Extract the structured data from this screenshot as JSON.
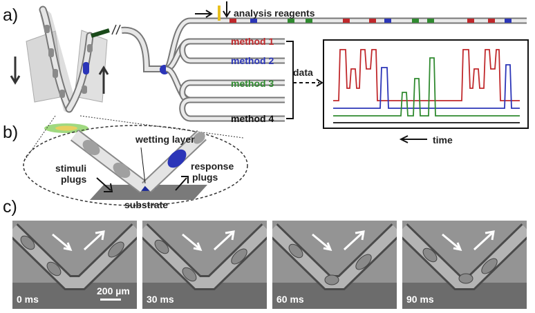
{
  "panels": {
    "a": "a)",
    "b": "b)",
    "c": "c)"
  },
  "top": {
    "reagents": "analysis reagents"
  },
  "methods": [
    {
      "label": "method 1",
      "color": "#c0282b"
    },
    {
      "label": "method 2",
      "color": "#2b35b8"
    },
    {
      "label": "method 3",
      "color": "#2f8a2f"
    },
    {
      "label": "method 4",
      "color": "#111111"
    }
  ],
  "signal_box": {
    "data_label": "data",
    "time_label": "time"
  },
  "inset": {
    "wetting": "wetting layer",
    "stimuli": [
      "stimuli",
      "plugs"
    ],
    "response": [
      "response",
      "plugs"
    ],
    "substrate": "substrate"
  },
  "frames": [
    {
      "time": "0 ms"
    },
    {
      "time": "30 ms"
    },
    {
      "time": "60 ms"
    },
    {
      "time": "90 ms"
    }
  ],
  "scale_bar": "200 µm",
  "colors": {
    "red": "#c0282b",
    "blue": "#2b35b8",
    "green": "#2f8a2f",
    "gray": "#9a9a9a"
  }
}
